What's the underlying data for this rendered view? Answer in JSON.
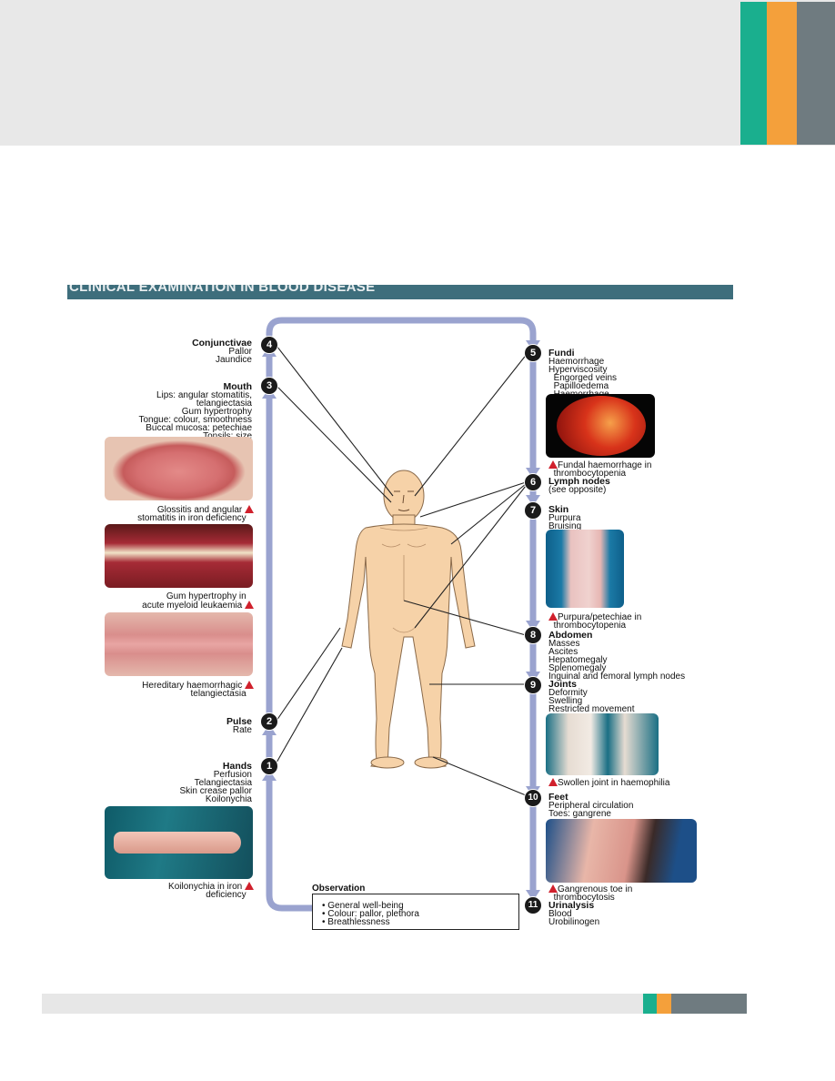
{
  "colors": {
    "teal": "#1aaf8e",
    "orange": "#f4a03b",
    "slate": "#6f7b80",
    "arrow": "#9aa3cf",
    "title_bar": "#3e6e7c",
    "warning": "#d0202c"
  },
  "title": "CLINICAL EXAMINATION IN BLOOD DISEASE",
  "left_items": [
    {
      "num": "4",
      "heading": "Conjunctivae",
      "lines": [
        "Pallor",
        "Jaundice"
      ]
    },
    {
      "num": "3",
      "heading": "Mouth",
      "lines": [
        "Lips: angular stomatitis,",
        "telangiectasia",
        "Gum hypertrophy",
        "Tongue: colour, smoothness",
        "Buccal mucosa: petechiae",
        "Tonsils: size"
      ]
    },
    {
      "num": "2",
      "heading": "Pulse",
      "lines": [
        "Rate"
      ]
    },
    {
      "num": "1",
      "heading": "Hands",
      "lines": [
        "Perfusion",
        "Telangiectasia",
        "Skin crease pallor",
        "Koilonychia"
      ]
    }
  ],
  "right_items": [
    {
      "num": "5",
      "heading": "Fundi",
      "lines": [
        "Haemorrhage",
        "Hyperviscosity",
        "Engorged veins",
        "Papilloedema",
        "Haemorrhage"
      ]
    },
    {
      "num": "6",
      "heading": "Lymph nodes",
      "lines": [
        "(see opposite)"
      ]
    },
    {
      "num": "7",
      "heading": "Skin",
      "lines": [
        "Purpura",
        "Bruising"
      ]
    },
    {
      "num": "8",
      "heading": "Abdomen",
      "lines": [
        "Masses",
        "Ascites",
        "Hepatomegaly",
        "Splenomegaly",
        "Inguinal and femoral lymph nodes"
      ]
    },
    {
      "num": "9",
      "heading": "Joints",
      "lines": [
        "Deformity",
        "Swelling",
        "Restricted movement"
      ]
    },
    {
      "num": "10",
      "heading": "Feet",
      "lines": [
        "Peripheral circulation",
        "Toes: gangrene"
      ]
    },
    {
      "num": "11",
      "heading": "Urinalysis",
      "lines": [
        "Blood",
        "Urobilinogen"
      ]
    }
  ],
  "left_photos": [
    {
      "caption": [
        "Glossitis and angular",
        "stomatitis in iron deficiency"
      ]
    },
    {
      "caption": [
        "Gum hypertrophy in",
        "acute myeloid leukaemia"
      ]
    },
    {
      "caption": [
        "Hereditary haemorrhagic",
        "telangiectasia"
      ]
    },
    {
      "caption": [
        "Koilonychia in iron",
        "deficiency"
      ]
    }
  ],
  "right_photos": [
    {
      "caption": [
        "Fundal haemorrhage in",
        "thrombocytopenia"
      ]
    },
    {
      "caption": [
        "Purpura/petechiae in",
        "thrombocytopenia"
      ]
    },
    {
      "caption": [
        "Swollen joint in haemophilia"
      ]
    },
    {
      "caption": [
        "Gangrenous toe in",
        "thrombocytosis"
      ]
    }
  ],
  "observation": {
    "heading": "Observation",
    "items": [
      "General well-being",
      "Colour: pallor, plethora",
      "Breathlessness"
    ]
  }
}
